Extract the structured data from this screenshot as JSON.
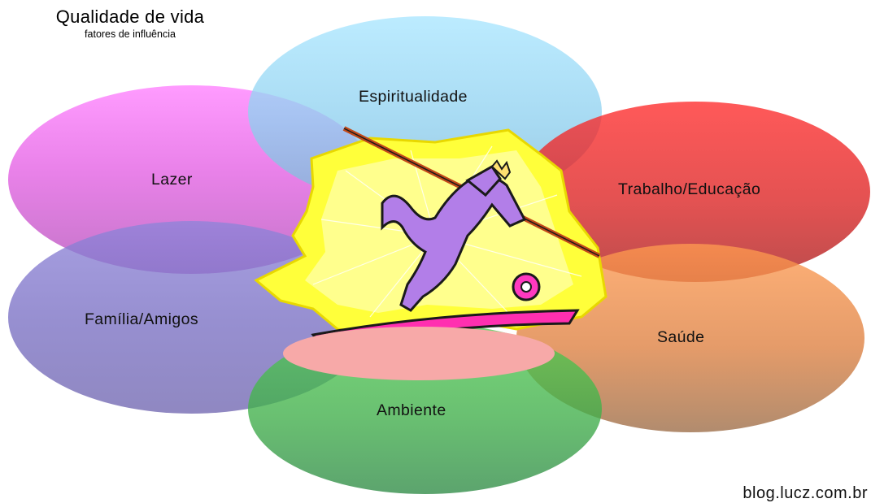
{
  "header": {
    "title": "Qualidade de vida",
    "subtitle": "fatores de influência"
  },
  "factors": [
    {
      "label": "Espiritualidade",
      "color": "#8fd0ef"
    },
    {
      "label": "Lazer",
      "color": "#e35ee3"
    },
    {
      "label": "Trabalho/Educação",
      "color": "#dc2121"
    },
    {
      "label": "Família/Amigos",
      "color": "#7a70c4"
    },
    {
      "label": "Saúde",
      "color": "#dd7f3f"
    },
    {
      "label": "Ambiente",
      "color": "#3fae49"
    }
  ],
  "center_image": "skateboarder-clipart",
  "footer": {
    "credit": "blog.lucz.com.br"
  }
}
